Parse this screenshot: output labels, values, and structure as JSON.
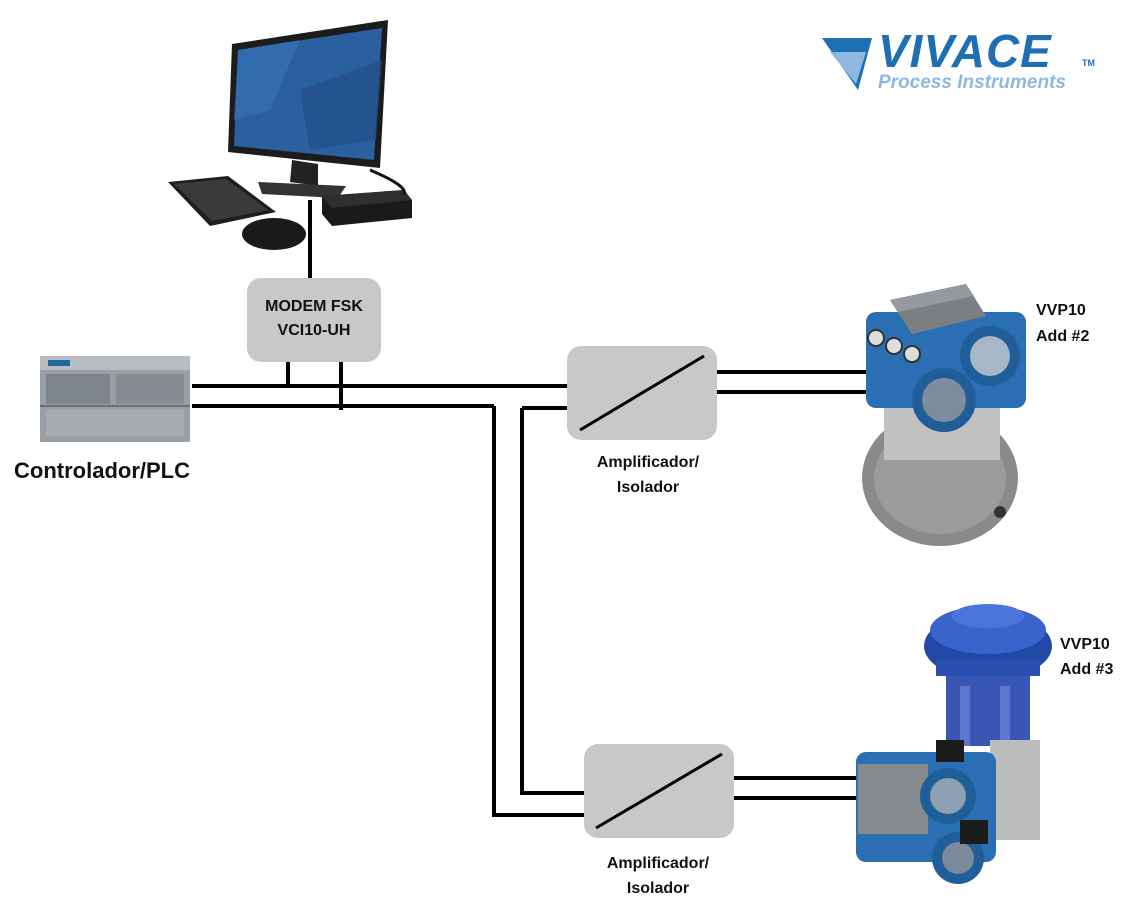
{
  "logo": {
    "brand": "VIVACE",
    "tagline": "Process Instruments",
    "tm": "TM"
  },
  "modem": {
    "line1": "MODEM FSK",
    "line2": "VCI10-UH"
  },
  "plc": {
    "label": "Controlador/PLC"
  },
  "amplifiers": [
    {
      "line1": "Amplificador/",
      "line2": "Isolador"
    },
    {
      "line1": "Amplificador/",
      "line2": "Isolador"
    }
  ],
  "devices": [
    {
      "name": "VVP10",
      "address": "Add #2"
    },
    {
      "name": "VVP10",
      "address": "Add #3"
    }
  ],
  "colors": {
    "brand_blue": "#1f6fb5",
    "box_gray": "#c8c8c8",
    "device_blue": "#2a6fb3",
    "wire": "#000000"
  },
  "icons": [
    "desktop-computer-icon",
    "plc-controller-icon",
    "valve-positioner-icon",
    "actuator-valve-icon"
  ]
}
